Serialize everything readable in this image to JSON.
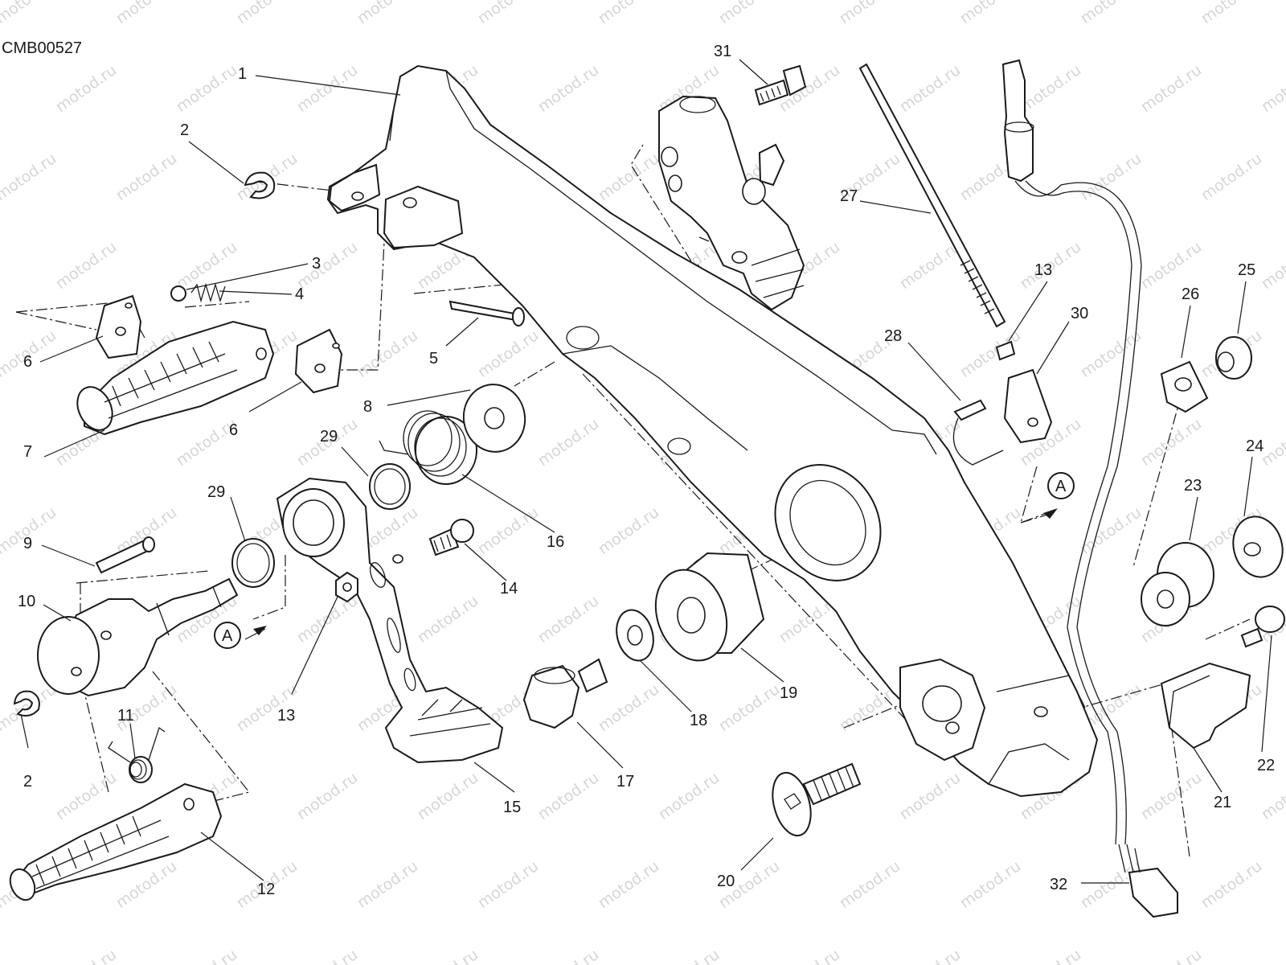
{
  "drawing_code": "CMB00527",
  "watermark": "motod.ru",
  "section_marker": "A",
  "callouts": [
    "1",
    "2",
    "3",
    "4",
    "5",
    "6",
    "6",
    "7",
    "8",
    "9",
    "10",
    "2",
    "11",
    "12",
    "13",
    "13",
    "14",
    "15",
    "16",
    "17",
    "18",
    "19",
    "20",
    "21",
    "22",
    "23",
    "24",
    "25",
    "26",
    "27",
    "28",
    "29",
    "29",
    "30",
    "31",
    "32"
  ]
}
